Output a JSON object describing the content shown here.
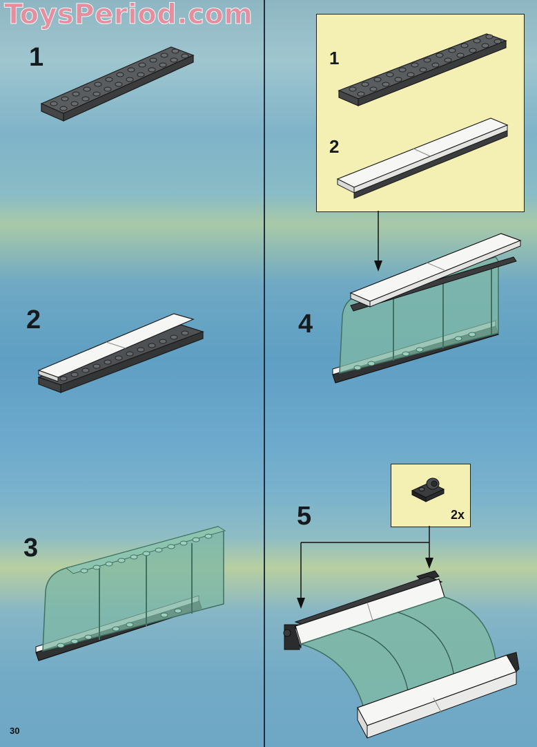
{
  "watermark": "ToysPeriod.com",
  "page_number": "30",
  "steps": {
    "s1": "1",
    "s2": "2",
    "s3": "3",
    "s4": "4",
    "s5": "5"
  },
  "callout_top": {
    "sub1": "1",
    "sub2": "2"
  },
  "callout_part": {
    "quantity": "2x"
  },
  "colors": {
    "dark_plate": "#4a4d50",
    "white_tile": "#f4f4f2",
    "trans_green": "#7fb8a4",
    "callout_bg": "#f4f0b4"
  }
}
